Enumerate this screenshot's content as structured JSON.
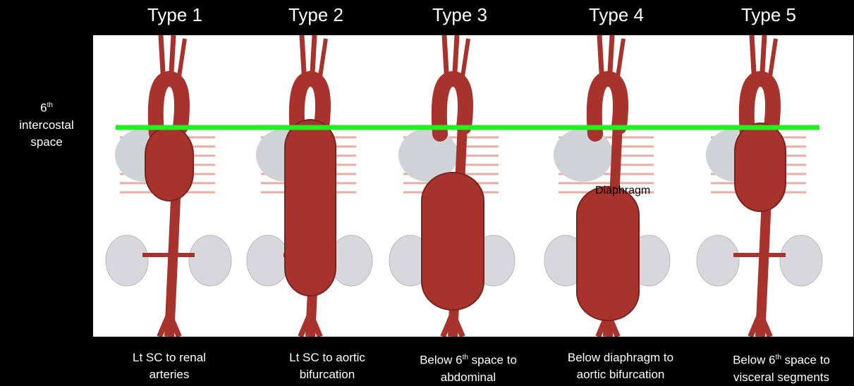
{
  "types": [
    {
      "title": "Type 1",
      "caption_line1": "Lt SC to renal",
      "caption_line2": "arteries"
    },
    {
      "title": "Type 2",
      "caption_line1": "Lt SC to aortic",
      "caption_line2": "bifurcation"
    },
    {
      "title": "Type 3",
      "caption_line1_pre": "Below 6",
      "caption_line1_sup": "th",
      "caption_line1_post": " space to",
      "caption_line2": "abdominal"
    },
    {
      "title": "Type 4",
      "caption_line1": "Below diaphragm to",
      "caption_line2": "aortic bifurcation"
    },
    {
      "title": "Type 5",
      "caption_line1_pre": "Below 6",
      "caption_line1_sup": "th",
      "caption_line1_post": " space to",
      "caption_line2": "visceral segments"
    }
  ],
  "side_label": {
    "num": "6",
    "sup": "th",
    "line2": "intercostal",
    "line3": "space"
  },
  "diaphragm_label": "Diaphragm",
  "colors": {
    "line": "#22ee22",
    "aorta": "#a8322c",
    "aorta_dark": "#7a2420",
    "kidney": "#d8d8dc",
    "heart": "#cfd3d8",
    "rib": "#d46a5a"
  }
}
